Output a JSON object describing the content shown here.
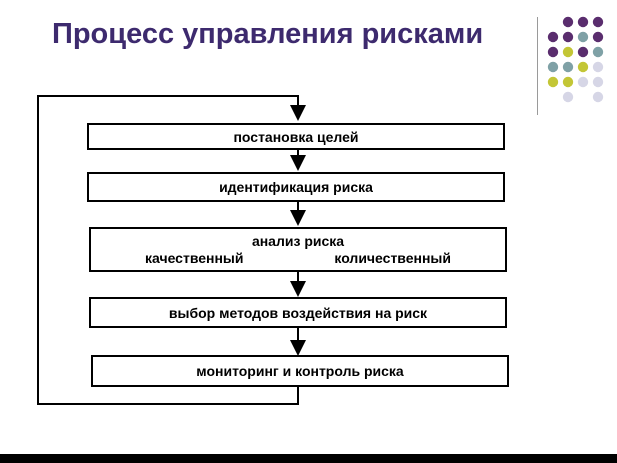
{
  "title": "Процесс управления рисками",
  "steps": [
    {
      "label": "постановка целей"
    },
    {
      "label": "идентификация риска"
    },
    {
      "label": "анализ риска",
      "sub_left": "качественный",
      "sub_right": "количественный"
    },
    {
      "label": "выбор методов воздействия на риск"
    },
    {
      "label": "мониторинг и контроль риска"
    }
  ],
  "colors": {
    "title": "#3d2a6e",
    "dot_purple": "#5a2d6e",
    "dot_teal": "#7fa1a6",
    "dot_lime": "#c3c636",
    "dot_light": "#d6d6e6"
  }
}
